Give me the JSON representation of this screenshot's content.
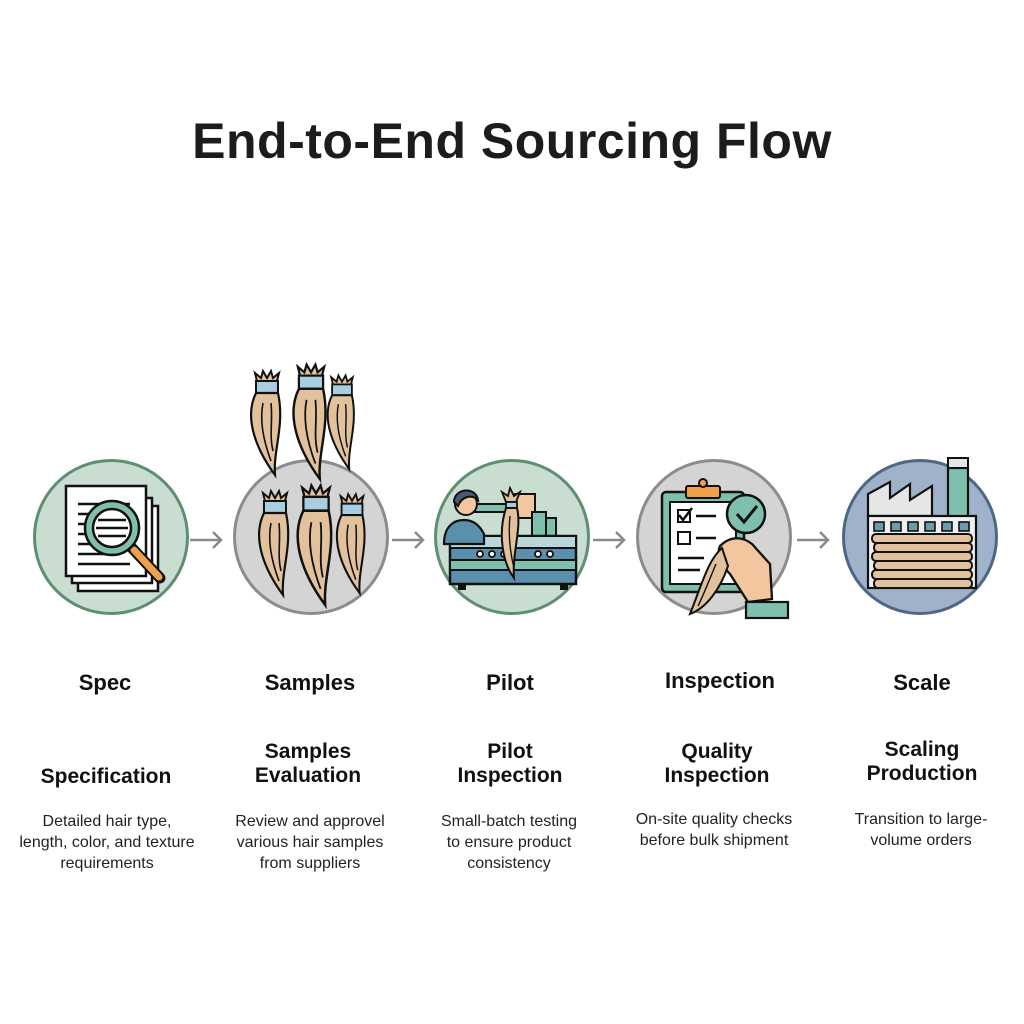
{
  "title": "End-to-End Sourcing Flow",
  "colors": {
    "green_circle": "#c9ddd0",
    "green_border": "#5e8f72",
    "gray_circle": "#d4d4d4",
    "gray_border": "#8c8c8c",
    "blue_circle": "#9fb2c9",
    "blue_border": "#4f6785",
    "arrow": "#8a8a8a",
    "accent_teal": "#7fbfae",
    "hair": "#e2c29c",
    "orange": "#f0a04b"
  },
  "steps": [
    {
      "label": "Spec",
      "heading": "Specification",
      "description_lines": [
        "Detailed hair type,",
        "length, color, and texture",
        "requirements"
      ],
      "icon": "document-magnifier-icon"
    },
    {
      "label": "Samples",
      "heading_lines": [
        "Samples",
        "Evaluation"
      ],
      "description_lines": [
        "Review and approvel",
        "various hair samples",
        "from suppliers"
      ],
      "icon": "hair-bundles-icon"
    },
    {
      "label": "Pilot",
      "heading_lines": [
        "Pilot",
        "Inspection"
      ],
      "description_lines": [
        "Small-batch testing",
        "to ensure product",
        "consistency"
      ],
      "icon": "worker-machine-icon"
    },
    {
      "label": "Inspection",
      "heading_lines": [
        "Quality",
        "Inspection"
      ],
      "description_lines": [
        "On-site quality checks",
        "before bulk shipment"
      ],
      "icon": "clipboard-check-icon"
    },
    {
      "label": "Scale",
      "heading_lines": [
        "Scaling",
        "Production"
      ],
      "description_lines": [
        "Transition to large-",
        "volume orders"
      ],
      "icon": "factory-stack-icon"
    }
  ]
}
